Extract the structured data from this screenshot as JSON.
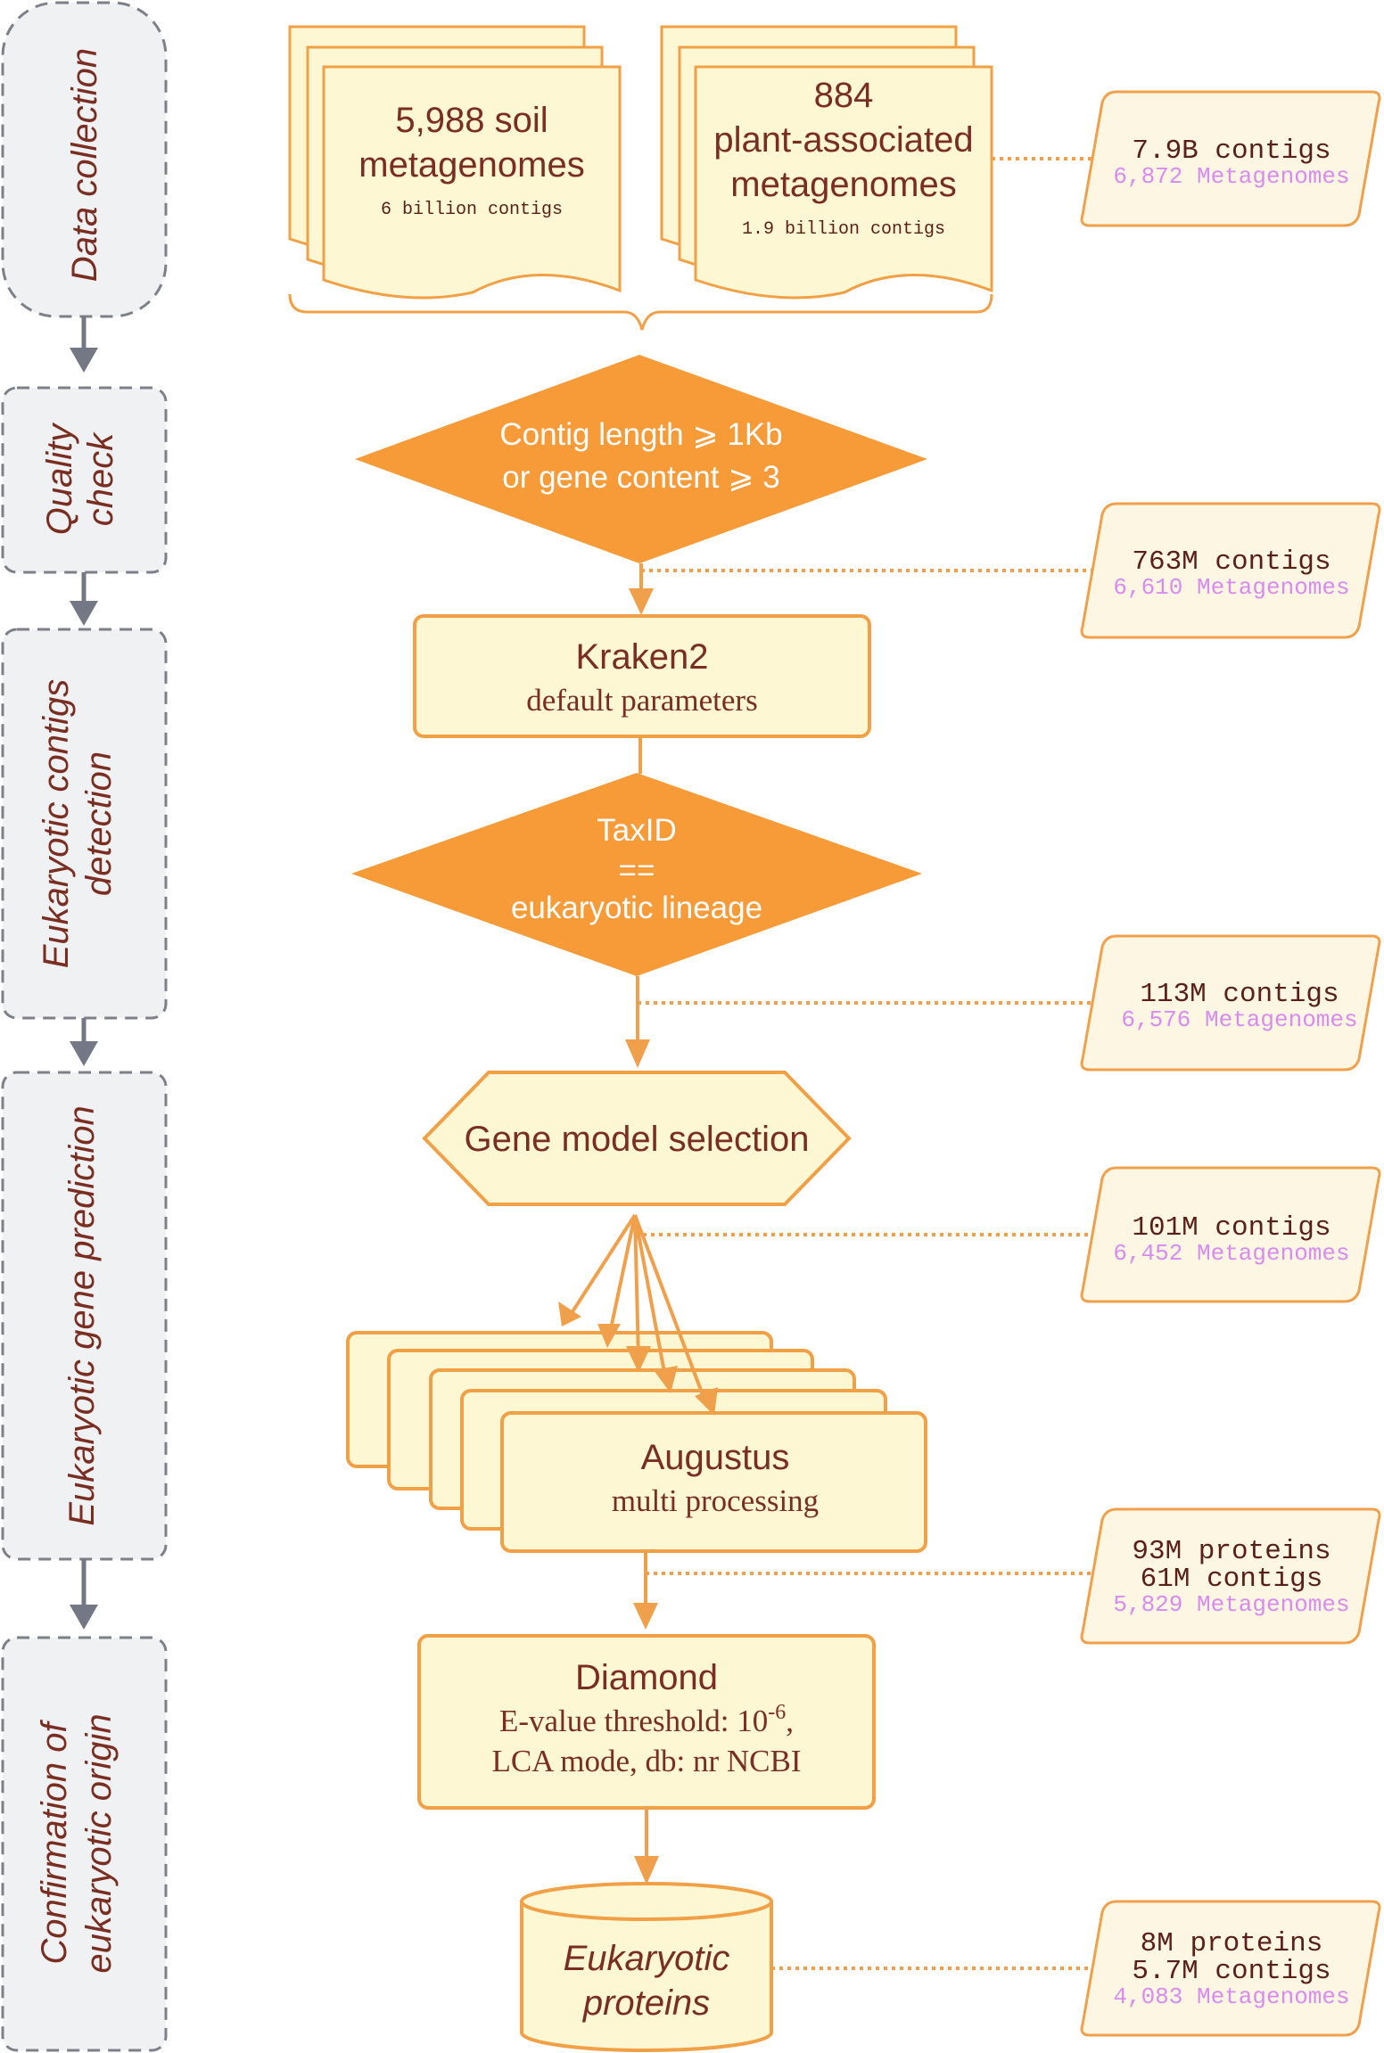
{
  "colors": {
    "stage_fill": "#f0f1f3",
    "stage_border": "#7d8088",
    "stage_text": "#7a2e22",
    "box_fill": "#fef7d4",
    "box_border": "#f2a046",
    "diamond_fill": "#f79a38",
    "arrow_orange": "#f0a04b",
    "arrow_gray": "#737884",
    "count_fill": "#fdf6e2",
    "count_text": "#5a1f16",
    "metagenome_text": "#d98bf0"
  },
  "stages": [
    "Data collection",
    "Quality check",
    "Eukaryotic contigs detection",
    "Eukaryotic gene prediction",
    "Confirmation of eukaryotic origin"
  ],
  "stage_lines": [
    [
      "Data collection"
    ],
    [
      "Quality",
      "check"
    ],
    [
      "Eukaryotic contigs",
      "detection"
    ],
    [
      "Eukaryotic gene prediction"
    ],
    [
      "Confirmation of",
      "eukaryotic origin"
    ]
  ],
  "inputs": {
    "soil": {
      "line1": "5,988 soil",
      "line2": "metagenomes",
      "sub": "6 billion contigs"
    },
    "plant": {
      "line1": "884",
      "line2": "plant-associated",
      "line3": "metagenomes",
      "sub": "1.9 billion contigs"
    }
  },
  "filter1": {
    "line1": "Contig length ⩾ 1Kb",
    "line2": "or gene content ⩾ 3"
  },
  "kraken": {
    "title": "Kraken2",
    "sub": "default parameters"
  },
  "filter2": {
    "line1": "TaxID",
    "line2": "==",
    "line3": "eukaryotic lineage"
  },
  "gene_model": {
    "label": "Gene model selection"
  },
  "augustus": {
    "title": "Augustus",
    "sub": "multi processing"
  },
  "diamond": {
    "title": "Diamond",
    "sub1_prefix": "E-value threshold: 10",
    "sub1_exp": "-6",
    "sub1_suffix": ",",
    "sub2": "LCA mode, db: nr NCBI"
  },
  "output": {
    "line1": "Eukaryotic",
    "line2": "proteins"
  },
  "counts": [
    {
      "lines": [
        "7.9B contigs"
      ],
      "metagenomes": "6,872 Metagenomes"
    },
    {
      "lines": [
        "763M contigs"
      ],
      "metagenomes": "6,610 Metagenomes"
    },
    {
      "lines": [
        "113M contigs"
      ],
      "metagenomes": "6,576 Metagenomes"
    },
    {
      "lines": [
        "101M contigs"
      ],
      "metagenomes": "6,452 Metagenomes"
    },
    {
      "lines": [
        "93M proteins",
        "61M contigs"
      ],
      "metagenomes": "5,829 Metagenomes"
    },
    {
      "lines": [
        "8M proteins",
        "5.7M contigs"
      ],
      "metagenomes": "4,083 Metagenomes"
    }
  ]
}
